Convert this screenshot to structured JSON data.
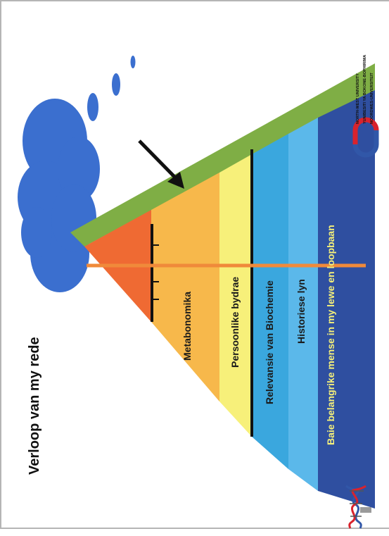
{
  "slide": {
    "title": "Verloop van my rede",
    "layers": [
      {
        "label": "Metabonomika",
        "color": "#f7b84b"
      },
      {
        "label": "Persoonlike bydrae",
        "color": "#f7f07a"
      },
      {
        "label": "Relevansie van Biochemie",
        "color": "#3aa7de"
      },
      {
        "label": "Historiese lyn",
        "color": "#5bb8ea"
      },
      {
        "label": "Baie belangrike mense in my lewe en loopbaan",
        "color": "#2f4fa0"
      }
    ],
    "label_colors": {
      "dark": "#1a1a1a",
      "light": "#f5f07a"
    },
    "apex_color": "#ef6a33",
    "band_color": "#7fae45",
    "cloud_color": "#3b6fcf",
    "orange_line_color": "#f08a3a",
    "university": {
      "line1": "NORTH-WEST UNIVERSITY",
      "line2": "YUNIBESITI YA BOKONE-BOPHIRIMA",
      "line3": "NOORDWES-UNIVERSITEIT"
    },
    "logo_colors": {
      "red": "#d9232d",
      "blue": "#3157a8"
    },
    "icons": [
      "cloud-icon",
      "arrow-icon",
      "dna-helix-icon",
      "university-logo-icon"
    ]
  }
}
